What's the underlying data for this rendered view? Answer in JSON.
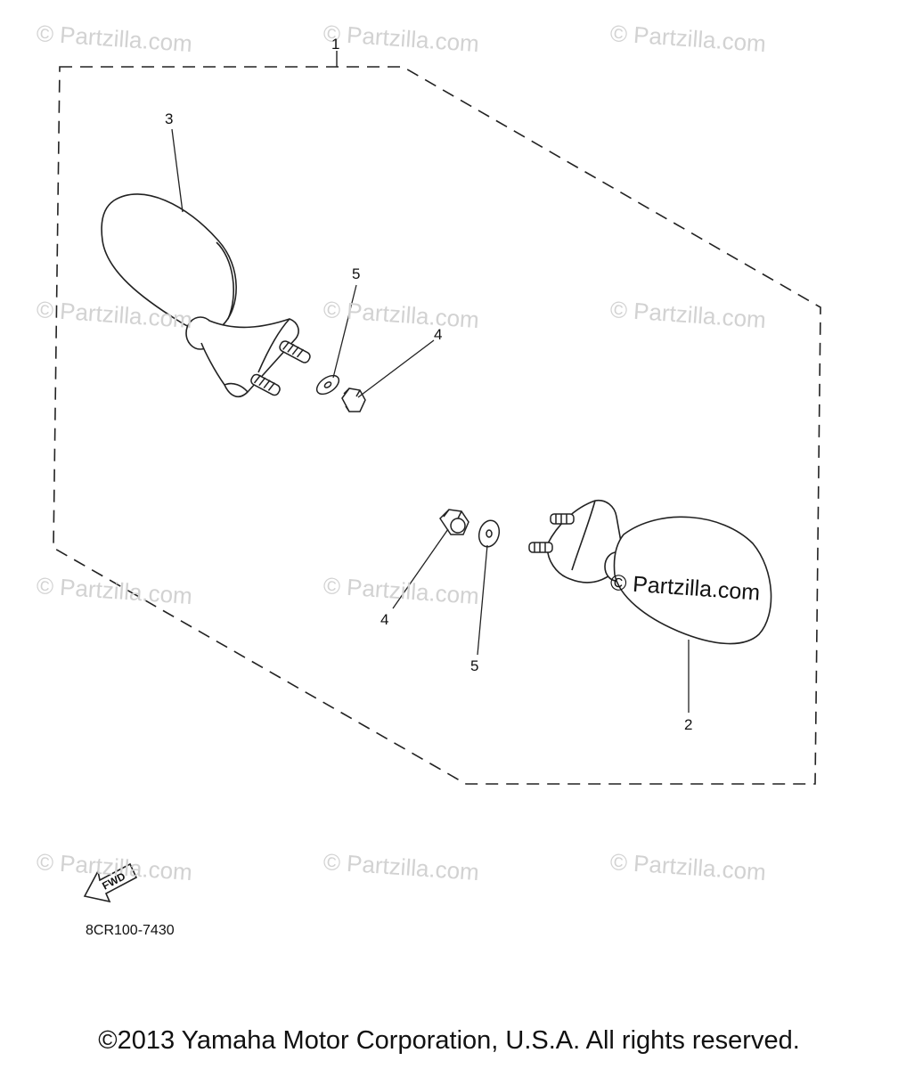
{
  "watermark_text": "© Partzilla.com",
  "overlay_watermark": "© Partzilla.com",
  "callouts": {
    "assembly": "1",
    "right_mirror": "2",
    "left_mirror": "3",
    "nut_top": "4",
    "washer_top": "5",
    "nut_bottom": "4",
    "washer_bottom": "5"
  },
  "fwd_label": "FWD",
  "part_code": "8CR100-7430",
  "copyright": "©2013  Yamaha Motor Corporation, U.S.A. All rights reserved."
}
